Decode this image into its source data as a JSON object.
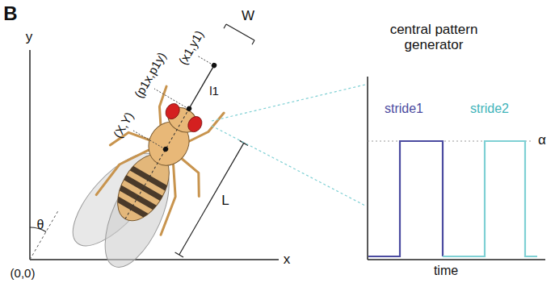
{
  "diagram": {
    "labels": [
      "B",
      "y",
      "(x1,y1)",
      "(p1x,p1y)",
      "l1",
      "W",
      "(X,Y)",
      "L",
      "θ",
      "x",
      "(0,0)",
      "central pattern generator",
      "stride1",
      "stride2",
      "α",
      "time"
    ]
  }
}
